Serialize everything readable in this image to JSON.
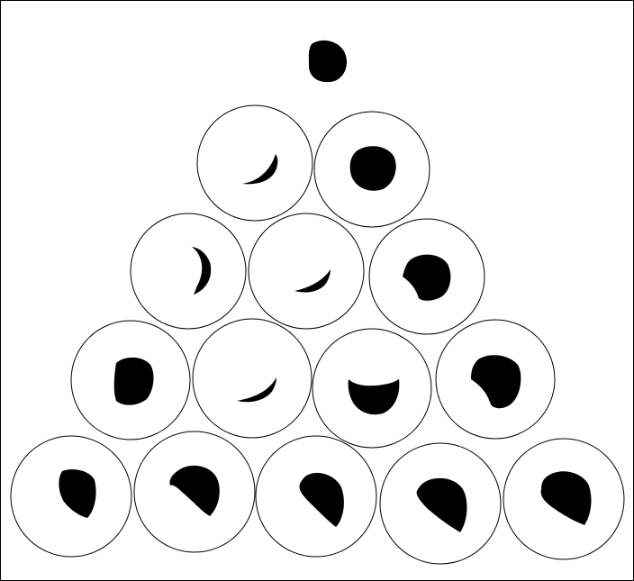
{
  "diagram": {
    "rows": [
      {
        "row": 0,
        "cells": [
          {
            "mark": "blob",
            "in_circle": false
          }
        ]
      },
      {
        "row": 1,
        "cells": [
          {
            "mark": "crescent-bottom",
            "in_circle": true
          },
          {
            "mark": "blob",
            "in_circle": true
          }
        ]
      },
      {
        "row": 2,
        "cells": [
          {
            "mark": "crescent-right",
            "in_circle": true
          },
          {
            "mark": "crescent-bottom",
            "in_circle": true
          },
          {
            "mark": "blob",
            "in_circle": true
          }
        ]
      },
      {
        "row": 3,
        "cells": [
          {
            "mark": "blob",
            "in_circle": true
          },
          {
            "mark": "crescent-bottom",
            "in_circle": true
          },
          {
            "mark": "half-moon",
            "in_circle": true
          },
          {
            "mark": "blob",
            "in_circle": true
          }
        ]
      },
      {
        "row": 4,
        "cells": [
          {
            "mark": "blob",
            "in_circle": true
          },
          {
            "mark": "blob",
            "in_circle": true
          },
          {
            "mark": "blob",
            "in_circle": true
          },
          {
            "mark": "blob",
            "in_circle": true
          },
          {
            "mark": "blob",
            "in_circle": true
          }
        ]
      }
    ],
    "colors": {
      "fill": "#000000",
      "stroke": "#000000",
      "background": "#ffffff"
    }
  }
}
